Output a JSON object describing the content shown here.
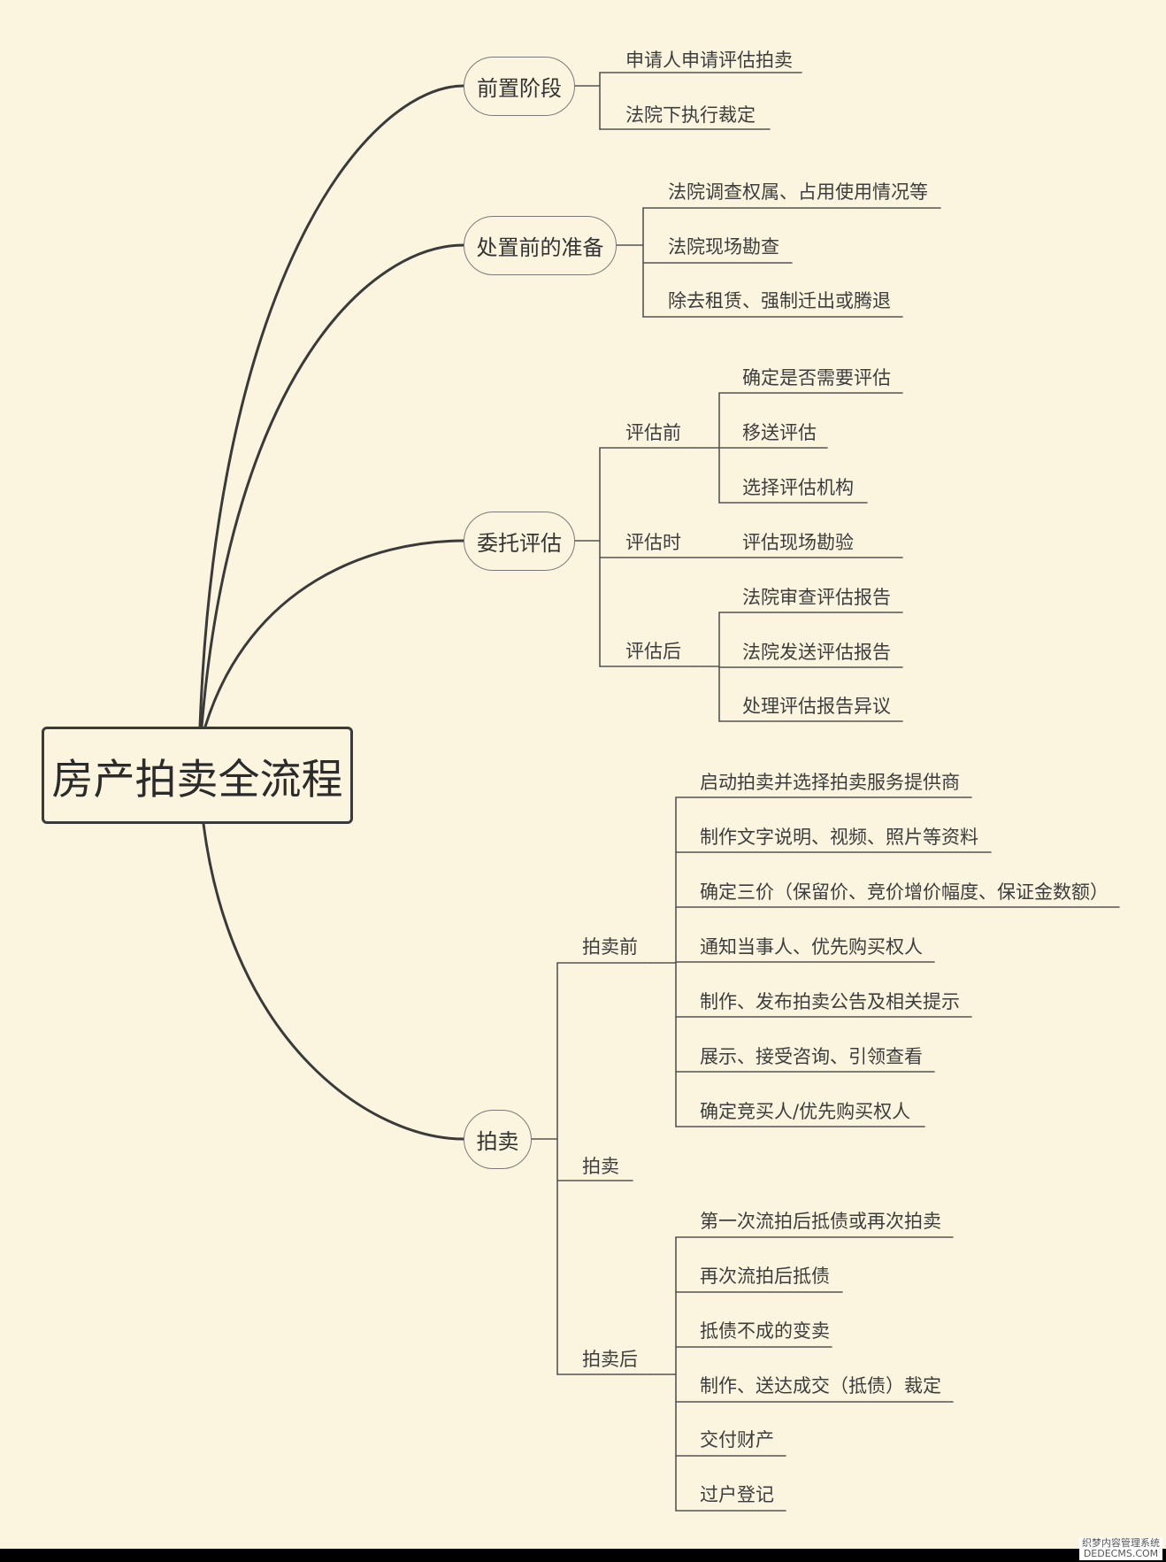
{
  "title": "房产拍卖全流程",
  "branches": {
    "b1": {
      "label": "前置阶段",
      "items": [
        "申请人申请评估拍卖",
        "法院下执行裁定"
      ]
    },
    "b2": {
      "label": "处置前的准备",
      "items": [
        "法院调查权属、占用使用情况等",
        "法院现场勘查",
        "除去租赁、强制迁出或腾退"
      ]
    },
    "b3": {
      "label": "委托评估",
      "sub": [
        {
          "label": "评估前",
          "items": [
            "确定是否需要评估",
            "移送评估",
            "选择评估机构"
          ]
        },
        {
          "label": "评估时",
          "items": [
            "评估现场勘验"
          ]
        },
        {
          "label": "评估后",
          "items": [
            "法院审查评估报告",
            "法院发送评估报告",
            "处理评估报告异议"
          ]
        }
      ]
    },
    "b4": {
      "label": "拍卖",
      "sub": [
        {
          "label": "拍卖前",
          "items": [
            "启动拍卖并选择拍卖服务提供商",
            "制作文字说明、视频、照片等资料",
            "确定三价（保留价、竞价增价幅度、保证金数额）",
            "通知当事人、优先购买权人",
            "制作、发布拍卖公告及相关提示",
            "展示、接受咨询、引领查看",
            "确定竞买人/优先购买权人"
          ]
        },
        {
          "label": "拍卖",
          "items": []
        },
        {
          "label": "拍卖后",
          "items": [
            "第一次流拍后抵债或再次拍卖",
            "再次流拍后抵债",
            "抵债不成的变卖",
            "制作、送达成交（抵债）裁定",
            "交付财产",
            "过户登记"
          ]
        }
      ]
    }
  },
  "watermark": {
    "line1": "织梦内容管理系统",
    "line2": "DEDECMS.COM"
  },
  "colors": {
    "background": "#fbf5df",
    "line": "#3a3a3a",
    "thin_line": "#555555"
  }
}
